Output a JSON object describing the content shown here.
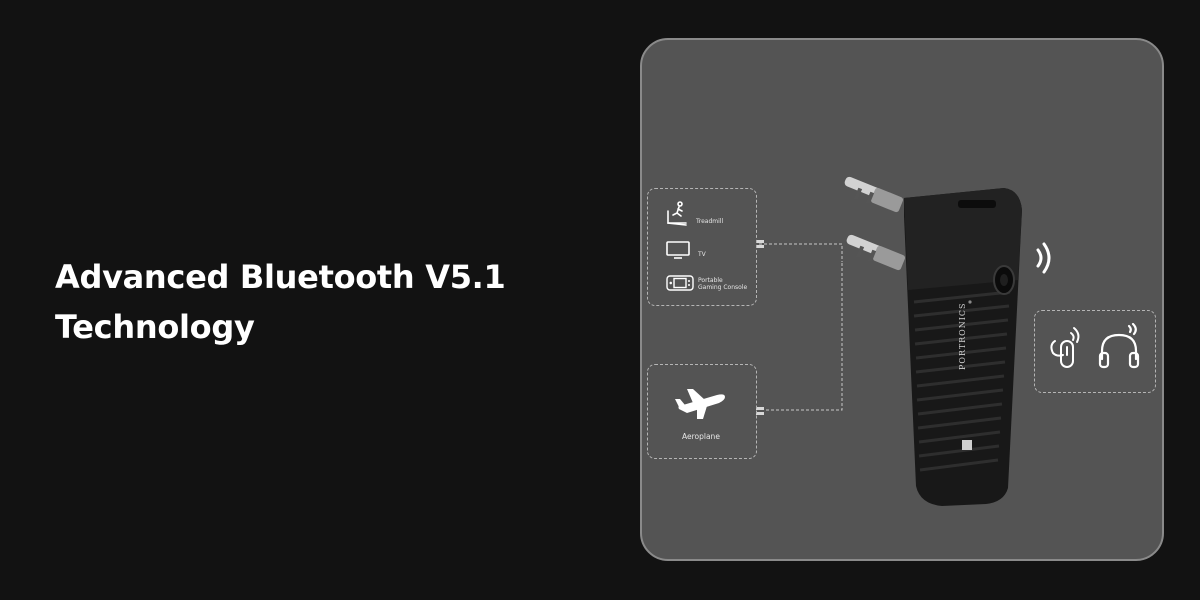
{
  "headline": {
    "line1": "Advanced Bluetooth V5.1",
    "line2": "Technology"
  },
  "devices": {
    "treadmill": "Treadmill",
    "tv": "TV",
    "console_line1": "Portable",
    "console_line2": "Gaming Console",
    "aeroplane": "Aeroplane"
  },
  "product": {
    "brand": "PORTRONICS"
  },
  "icons": {
    "treadmill": "treadmill-icon",
    "tv": "tv-icon",
    "console": "gaming-console-icon",
    "aeroplane": "aeroplane-icon",
    "earpiece": "bluetooth-earpiece-icon",
    "headphones": "headphones-icon",
    "signal": "wireless-signal-icon"
  },
  "colors": {
    "background": "#121212",
    "panel": "#545454",
    "panel_border": "#8a8a8a",
    "text": "#ffffff"
  }
}
